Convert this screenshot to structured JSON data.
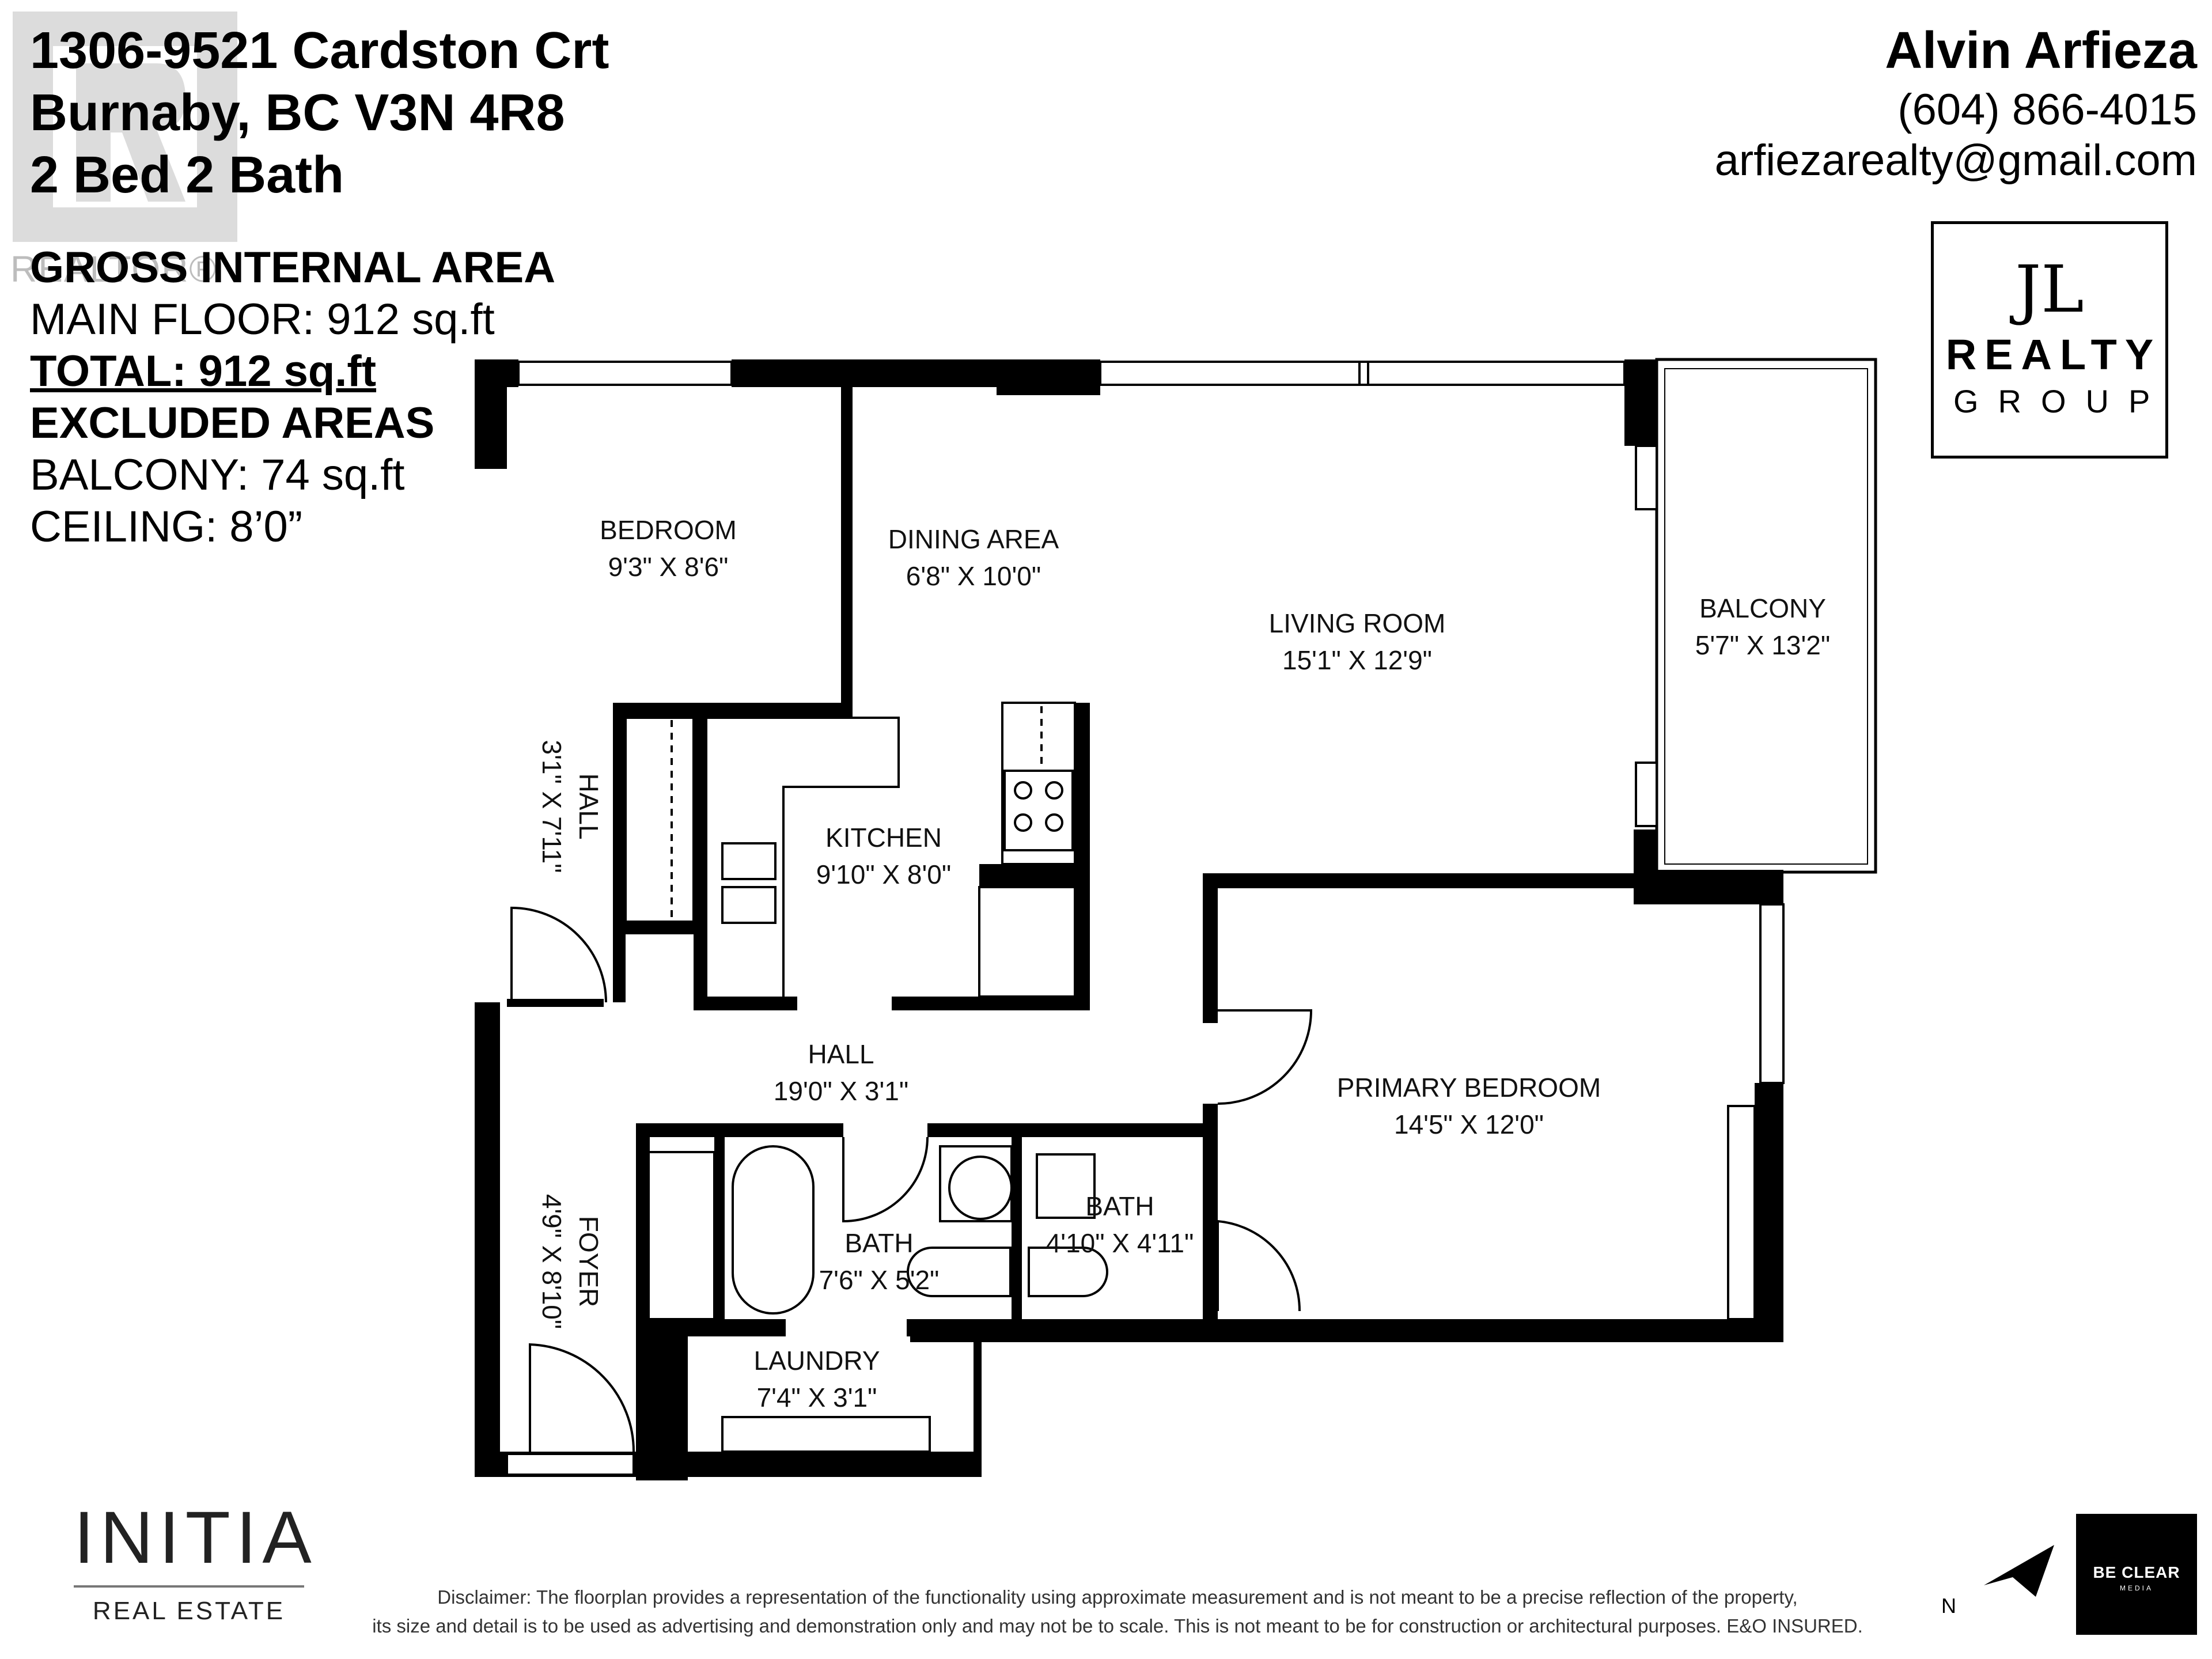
{
  "header": {
    "address_line1": "1306-9521 Cardston Crt",
    "address_line2": "Burnaby, BC V3N 4R8",
    "beds_baths": "2 Bed 2 Bath"
  },
  "agent": {
    "name": "Alvin Arfieza",
    "phone": "(604) 866-4015",
    "email": "arfiezarealty@gmail.com"
  },
  "area_summary": {
    "gross_heading": "GROSS INTERNAL AREA",
    "main_floor": "MAIN FLOOR: 912 sq.ft",
    "total": "TOTAL: 912 sq.ft",
    "excluded_heading": "EXCLUDED AREAS",
    "balcony": "BALCONY: 74 sq.ft",
    "ceiling": "CEILING: 8’0”"
  },
  "watermark": {
    "text": "REALTOR®"
  },
  "logos": {
    "jl_mark": "JL",
    "jl_line1": "REALTY",
    "jl_line2": "GROUP",
    "initia_name": "INITIA",
    "initia_sub": "REAL ESTATE",
    "beclear_name": "BE CLEAR",
    "beclear_sub": "MEDIA"
  },
  "rooms": {
    "bedroom": {
      "name": "BEDROOM",
      "size": "9'3\" X 8'6\""
    },
    "dining": {
      "name": "DINING AREA",
      "size": "6'8\" X 10'0\""
    },
    "living": {
      "name": "LIVING ROOM",
      "size": "15'1\" X 12'9\""
    },
    "balcony": {
      "name": "BALCONY",
      "size": "5'7\" X 13'2\""
    },
    "hall_v": {
      "name": "HALL",
      "size": "3'1\" X 7'11\""
    },
    "kitchen": {
      "name": "KITCHEN",
      "size": "9'10\" X 8'0\""
    },
    "hall_h": {
      "name": "HALL",
      "size": "19'0\" X 3'1\""
    },
    "primary": {
      "name": "PRIMARY BEDROOM",
      "size": "14'5\" X 12'0\""
    },
    "bath1": {
      "name": "BATH",
      "size": "7'6\" X 5'2\""
    },
    "bath2": {
      "name": "BATH",
      "size": "4'10\" X 4'11\""
    },
    "foyer": {
      "name": "FOYER",
      "size": "4'9\" X 8'10\""
    },
    "laundry": {
      "name": "LAUNDRY",
      "size": "7'4\" X 3'1\""
    }
  },
  "compass": {
    "label": "N"
  },
  "disclaimer": {
    "line1": "Disclaimer: The floorplan provides a representation of the functionality using approximate measurement and is not meant to be a precise reflection of the property,",
    "line2": "its size and detail is to be used as advertising and demonstration only and may not be to scale. This is not meant to be for construction or architectural purposes. E&O INSURED."
  }
}
